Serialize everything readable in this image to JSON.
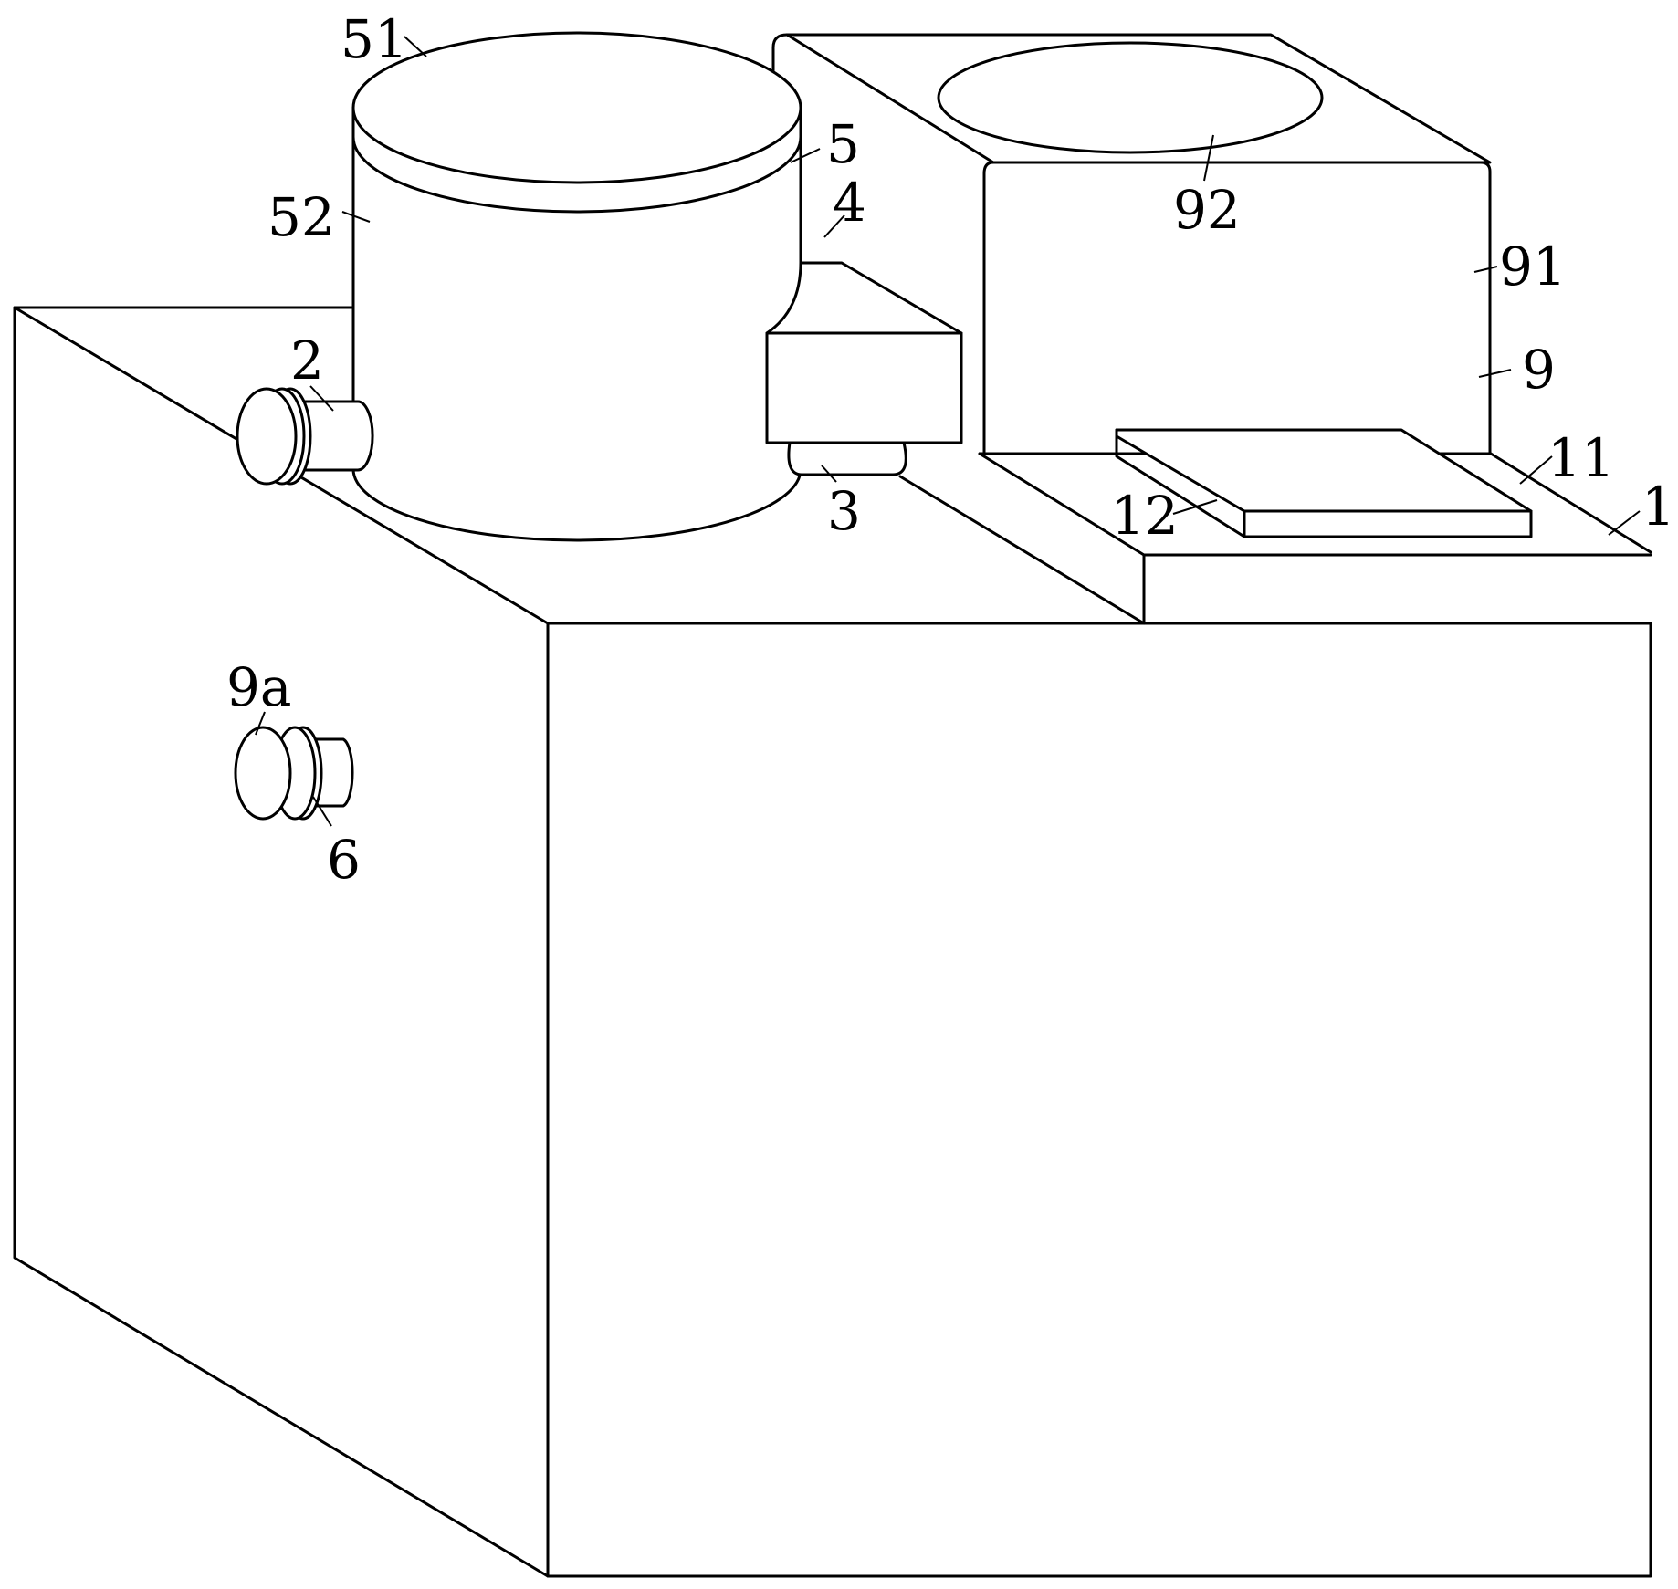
{
  "labels": {
    "n51": "51",
    "n5": "5",
    "n52": "52",
    "n4": "4",
    "n92": "92",
    "n91": "91",
    "n9": "9",
    "n2": "2",
    "n3": "3",
    "n11": "11",
    "n1": "1",
    "n12": "12",
    "n9a": "9a",
    "n6": "6"
  }
}
